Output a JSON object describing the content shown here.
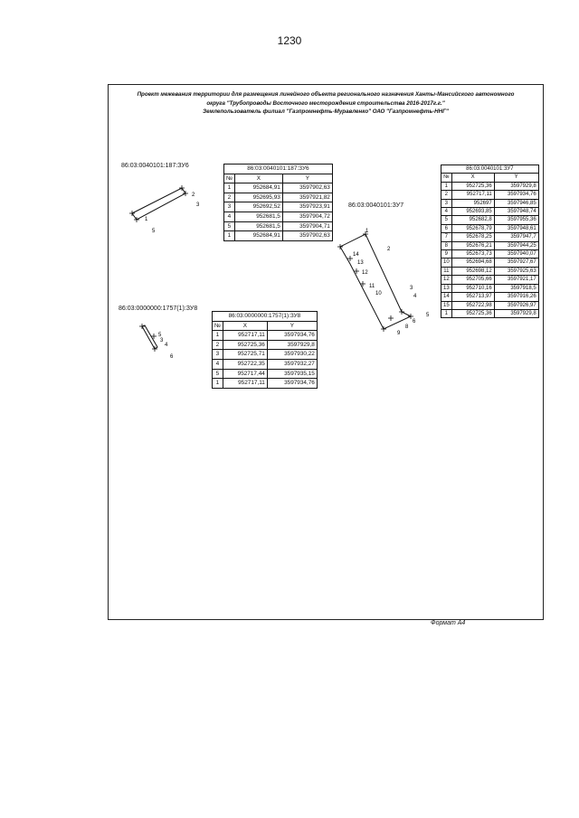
{
  "page_number": "1230",
  "header": {
    "line1": "Проект межевания территории для размещения линейного объекта регионального назначения Ханты-Мансийского автономного",
    "line2": "округа \"Трубопроводы Восточного месторождения строительства 2016-2017г.г.\"",
    "line3": "Землепользователь филиал \"Газпромнефть-Муравленко\" ОАО \"Газпромнефть-ННГ\""
  },
  "parcels": {
    "p1": {
      "label": "86:03:0040101:187:ЗУ6"
    },
    "p2": {
      "label": "86:03:0040101:ЗУ7"
    },
    "p3": {
      "label": "86:03:0000000:1757(1):ЗУ8"
    }
  },
  "tables": {
    "t1": {
      "caption": "86:03:0040101:187:ЗУ6",
      "headers": [
        "№",
        "X",
        "Y"
      ],
      "rows": [
        [
          "1",
          "952684,91",
          "3597902,63"
        ],
        [
          "2",
          "952695,93",
          "3597921,82"
        ],
        [
          "3",
          "952692,52",
          "3597923,91"
        ],
        [
          "4",
          "952681,5",
          "3597904,72"
        ],
        [
          "5",
          "952681,5",
          "3597904,71"
        ],
        [
          "1",
          "952684,91",
          "3597902,63"
        ]
      ]
    },
    "t2": {
      "caption": "86:03:0040101:ЗУ7",
      "headers": [
        "№",
        "X",
        "Y"
      ],
      "rows": [
        [
          "1",
          "952725,36",
          "3597929,8"
        ],
        [
          "2",
          "952717,11",
          "3597934,76"
        ],
        [
          "3",
          "952697",
          "3597946,85"
        ],
        [
          "4",
          "952693,85",
          "3597948,74"
        ],
        [
          "5",
          "952682,8",
          "3597955,36"
        ],
        [
          "6",
          "952678,79",
          "3597948,61"
        ],
        [
          "7",
          "952678,25",
          "3597947,7"
        ],
        [
          "8",
          "952676,21",
          "3597944,25"
        ],
        [
          "9",
          "952673,73",
          "3597940,07"
        ],
        [
          "10",
          "952694,68",
          "3597927,67"
        ],
        [
          "11",
          "952698,12",
          "3597925,63"
        ],
        [
          "12",
          "952705,66",
          "3597921,17"
        ],
        [
          "13",
          "952710,16",
          "3597918,5"
        ],
        [
          "14",
          "952713,97",
          "3597916,26"
        ],
        [
          "15",
          "952722,98",
          "3597926,97"
        ],
        [
          "1",
          "952725,36",
          "3597929,8"
        ]
      ]
    },
    "t3": {
      "caption": "86:03:0000000:1757(1):ЗУ8",
      "headers": [
        "№",
        "X",
        "Y"
      ],
      "rows": [
        [
          "1",
          "952717,11",
          "3597934,76"
        ],
        [
          "2",
          "952725,36",
          "3597929,8"
        ],
        [
          "3",
          "952725,71",
          "3597930,22"
        ],
        [
          "4",
          "952722,35",
          "3597932,27"
        ],
        [
          "5",
          "952717,44",
          "3597935,15"
        ],
        [
          "1",
          "952717,11",
          "3597934,76"
        ]
      ]
    }
  },
  "point_labels": {
    "p1": [
      "1",
      "2",
      "3",
      "5"
    ],
    "p2": [
      "1",
      "2",
      "3",
      "4",
      "5",
      "6",
      "8",
      "9",
      "10",
      "11",
      "12",
      "13",
      "14"
    ],
    "p3": [
      "5",
      "3",
      "4",
      "6"
    ]
  },
  "footer": {
    "format": "Формат А4"
  }
}
